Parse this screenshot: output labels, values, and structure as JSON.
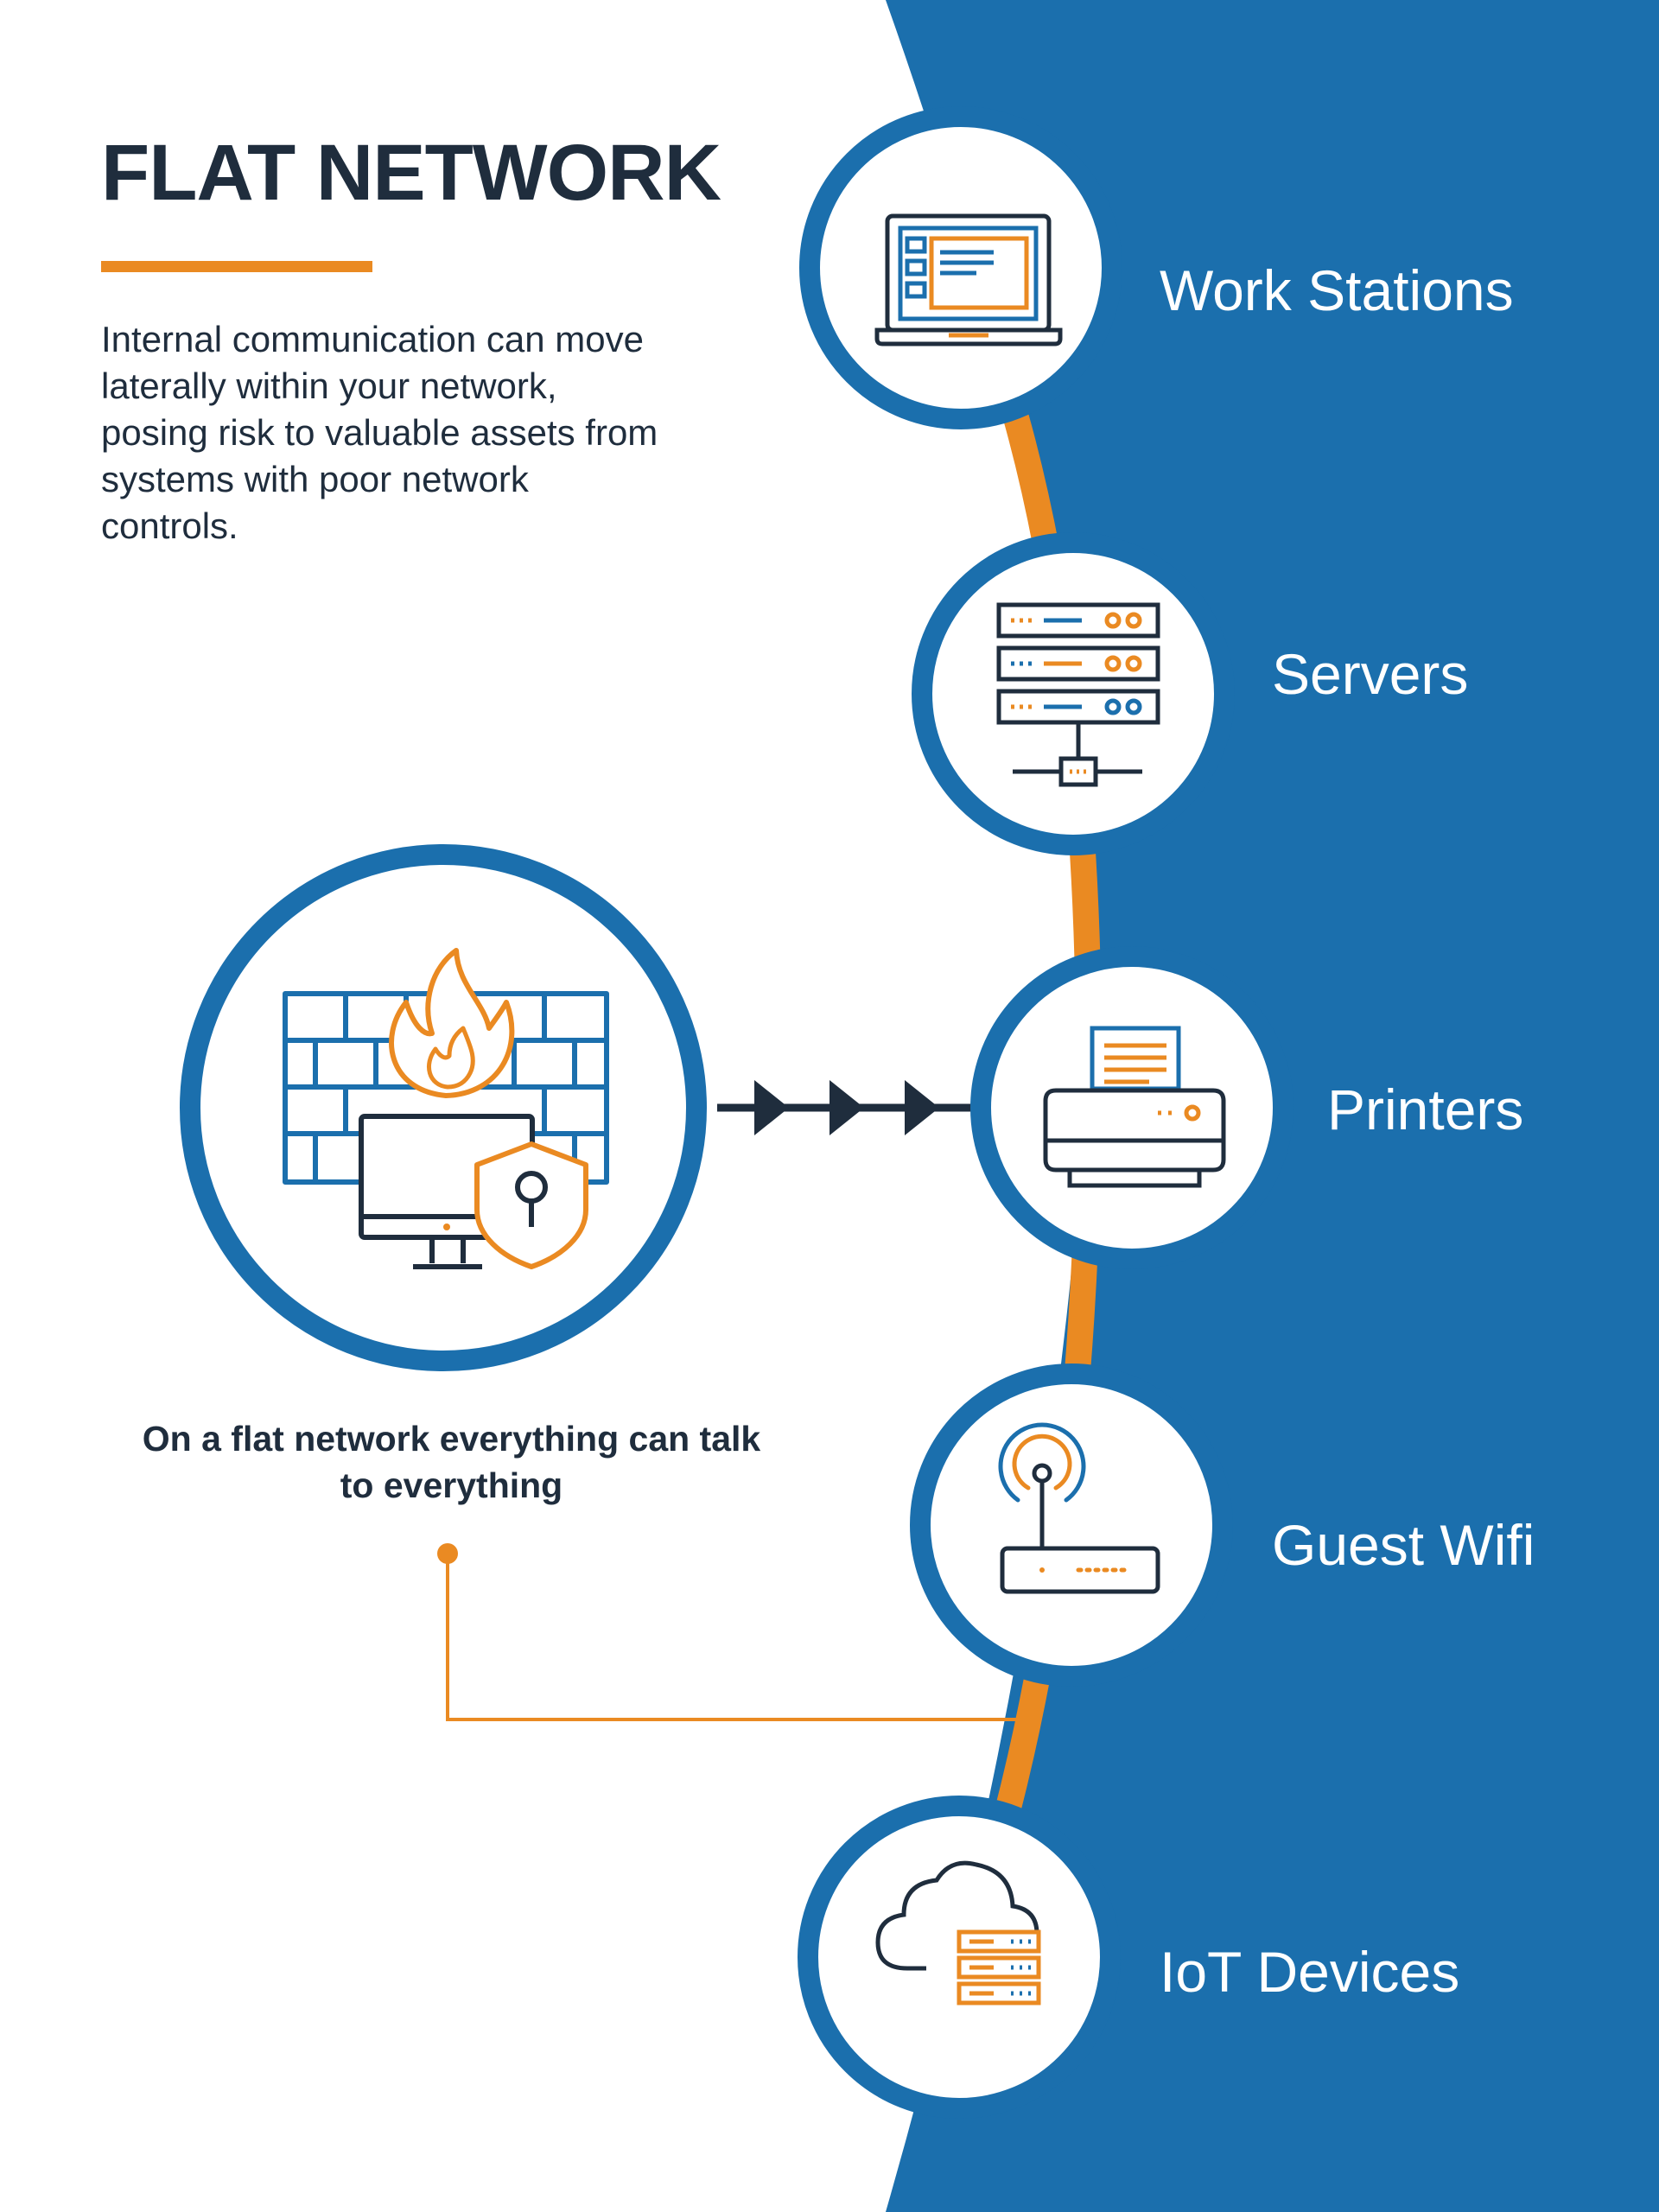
{
  "title": "FLAT NETWORK",
  "description": "Internal communication can move laterally within your network, posing risk to valuable assets from systems with poor network controls.",
  "caption": "On a flat network everything can talk to everything",
  "nodes": [
    {
      "label": "Work Stations",
      "icon": "laptop-icon"
    },
    {
      "label": "Servers",
      "icon": "server-rack-icon"
    },
    {
      "label": "Printers",
      "icon": "printer-icon"
    },
    {
      "label": "Guest Wifi",
      "icon": "wifi-router-icon"
    },
    {
      "label": "IoT Devices",
      "icon": "cloud-server-icon"
    }
  ],
  "hub": {
    "icon": "firewall-icon"
  },
  "colors": {
    "blue": "#1b6fad",
    "orange": "#ea8a22",
    "dark": "#1f2d3d",
    "white": "#ffffff"
  }
}
